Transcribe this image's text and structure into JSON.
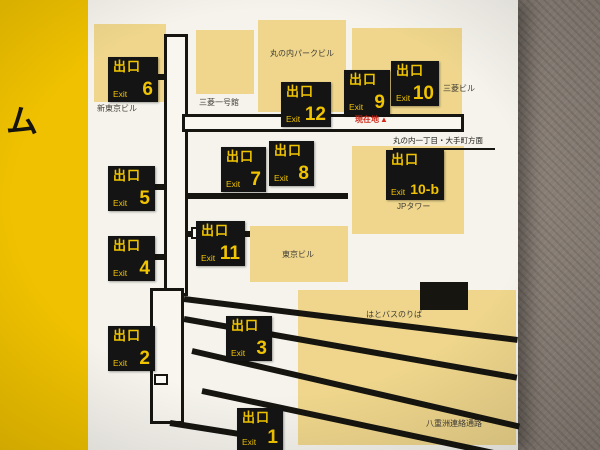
{
  "colors": {
    "yellow": "#efc100",
    "black": "#141414",
    "map_bg": "#f5f3ec",
    "building": "#efd68c",
    "red": "#cf2a1b",
    "wall": "#8b8178",
    "exit_text": "#f0c400"
  },
  "side": {
    "label": "ム"
  },
  "marker": {
    "kanji": "出口",
    "en": "Exit"
  },
  "exits": [
    "6",
    "12",
    "9",
    "10",
    "5",
    "7",
    "8",
    "10-b",
    "4",
    "11",
    "2",
    "3",
    "1"
  ],
  "labels": {
    "shin_tokyo_bldg": "新東京ビル",
    "mitsubishi_ichigokan": "三菱一号館",
    "marunouchi_park_bldg": "丸の内パークビル",
    "mitsubishi_bldg": "三菱ビル",
    "current_location": "現在地",
    "current_location_arrow": "▲",
    "direction": "丸の内一丁目・大手町方面",
    "jp_tower": "JPタワー",
    "tokyo_bldg": "東京ビル",
    "hato_bus_stop": "はとバスのりば",
    "yaesu_passage": "八重洲連絡通路"
  }
}
